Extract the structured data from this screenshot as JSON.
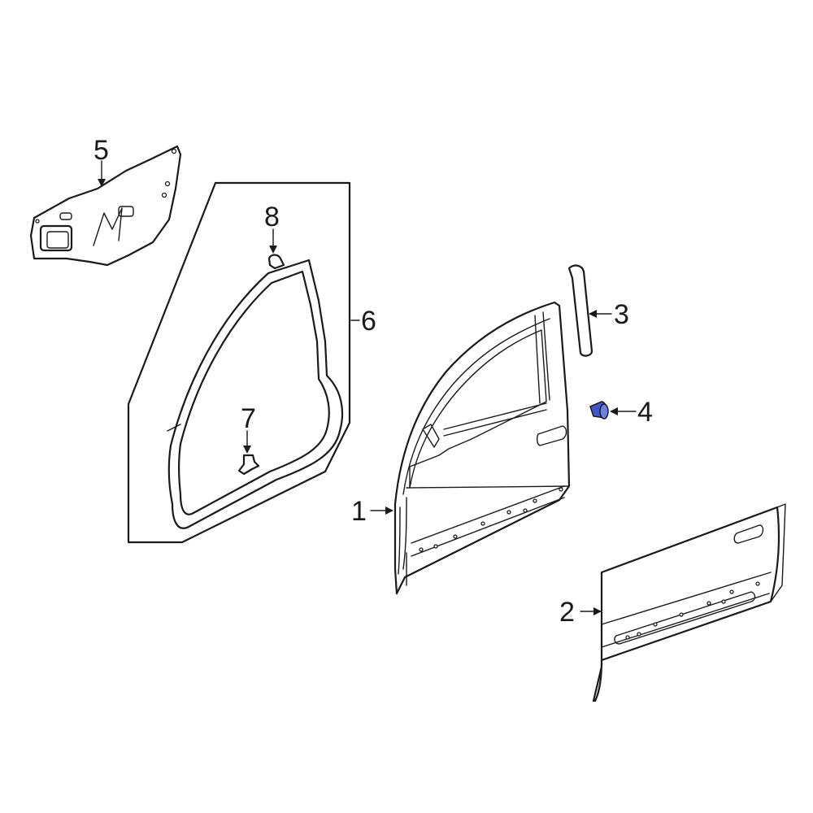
{
  "diagram": {
    "callouts": [
      {
        "id": "1",
        "label": "1"
      },
      {
        "id": "2",
        "label": "2"
      },
      {
        "id": "3",
        "label": "3"
      },
      {
        "id": "4",
        "label": "4"
      },
      {
        "id": "5",
        "label": "5"
      },
      {
        "id": "6",
        "label": "6"
      },
      {
        "id": "7",
        "label": "7"
      },
      {
        "id": "8",
        "label": "8"
      }
    ],
    "colors": {
      "line": "#1a1a1a",
      "background": "#ffffff",
      "highlight_part": "#3f57c8"
    }
  }
}
